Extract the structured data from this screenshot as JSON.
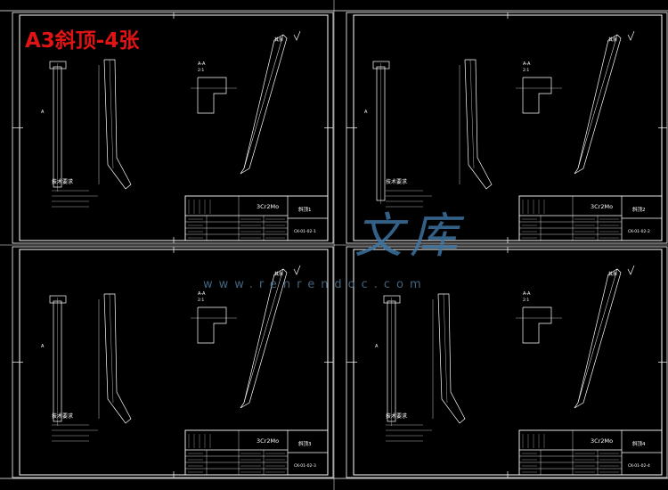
{
  "page_title": "A3斜顶-4张",
  "watermark": {
    "text_cn": "文库",
    "url": "www.renrendoc.com"
  },
  "sheets": [
    {
      "material": "3Cr2Mo",
      "drawing_no": "CK-01-02-1",
      "part_name": "斜顶1",
      "roughness_note": "其余",
      "section_label": "A-A",
      "scale_label": "2:1"
    },
    {
      "material": "3Cr2Mo",
      "drawing_no": "CK-01-02-2",
      "part_name": "斜顶2",
      "roughness_note": "其余",
      "section_label": "A-A",
      "scale_label": "2:1"
    },
    {
      "material": "3Cr2Mo",
      "drawing_no": "CK-01-02-3",
      "part_name": "斜顶3",
      "roughness_note": "其余",
      "section_label": "A-A",
      "scale_label": "2:1"
    },
    {
      "material": "3Cr2Mo",
      "drawing_no": "CK-01-02-4",
      "part_name": "斜顶4",
      "roughness_note": "其余",
      "section_label": "A-A",
      "scale_label": "2:1"
    }
  ],
  "tech_req": {
    "heading": "技术要求"
  },
  "colors": {
    "line": "#ffffff",
    "title": "#e01414",
    "watermark": "#3f79a8"
  }
}
